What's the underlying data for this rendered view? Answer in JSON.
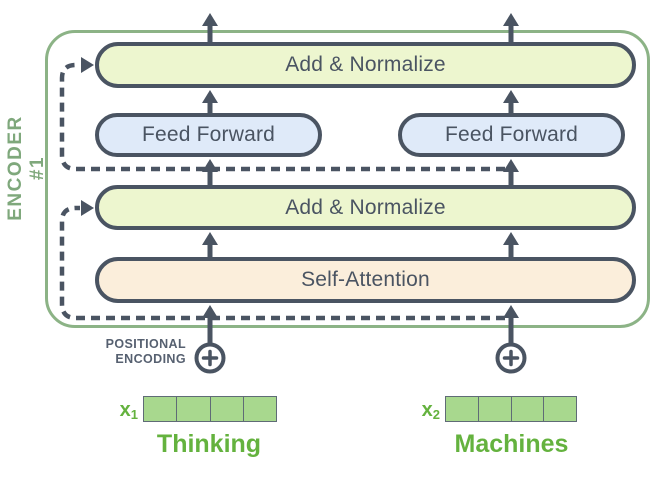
{
  "colors": {
    "dark": "#4a5462",
    "an_fill": "#edf6cf",
    "ff_fill": "#dfeaf9",
    "sa_fill": "#fbeedb",
    "enc_green": "#8cb386",
    "enc_label_green": "#7fa87c",
    "bright_green": "#64b23e",
    "cell_fill": "#a8d88e",
    "cell_border": "#5f6b76",
    "pe_text": "#566070"
  },
  "encoder": {
    "label": "ENCODER #1"
  },
  "layers": {
    "add_norm_top": "Add & Normalize",
    "add_norm_mid": "Add & Normalize",
    "feed_forward_left": "Feed Forward",
    "feed_forward_right": "Feed Forward",
    "self_attention": "Self-Attention"
  },
  "positional_encoding_label": "POSITIONAL\nENCODING",
  "inputs": [
    {
      "label_base": "x",
      "label_sub": "1",
      "word": "Thinking",
      "cells": 4
    },
    {
      "label_base": "x",
      "label_sub": "2",
      "word": "Machines",
      "cells": 4
    }
  ]
}
